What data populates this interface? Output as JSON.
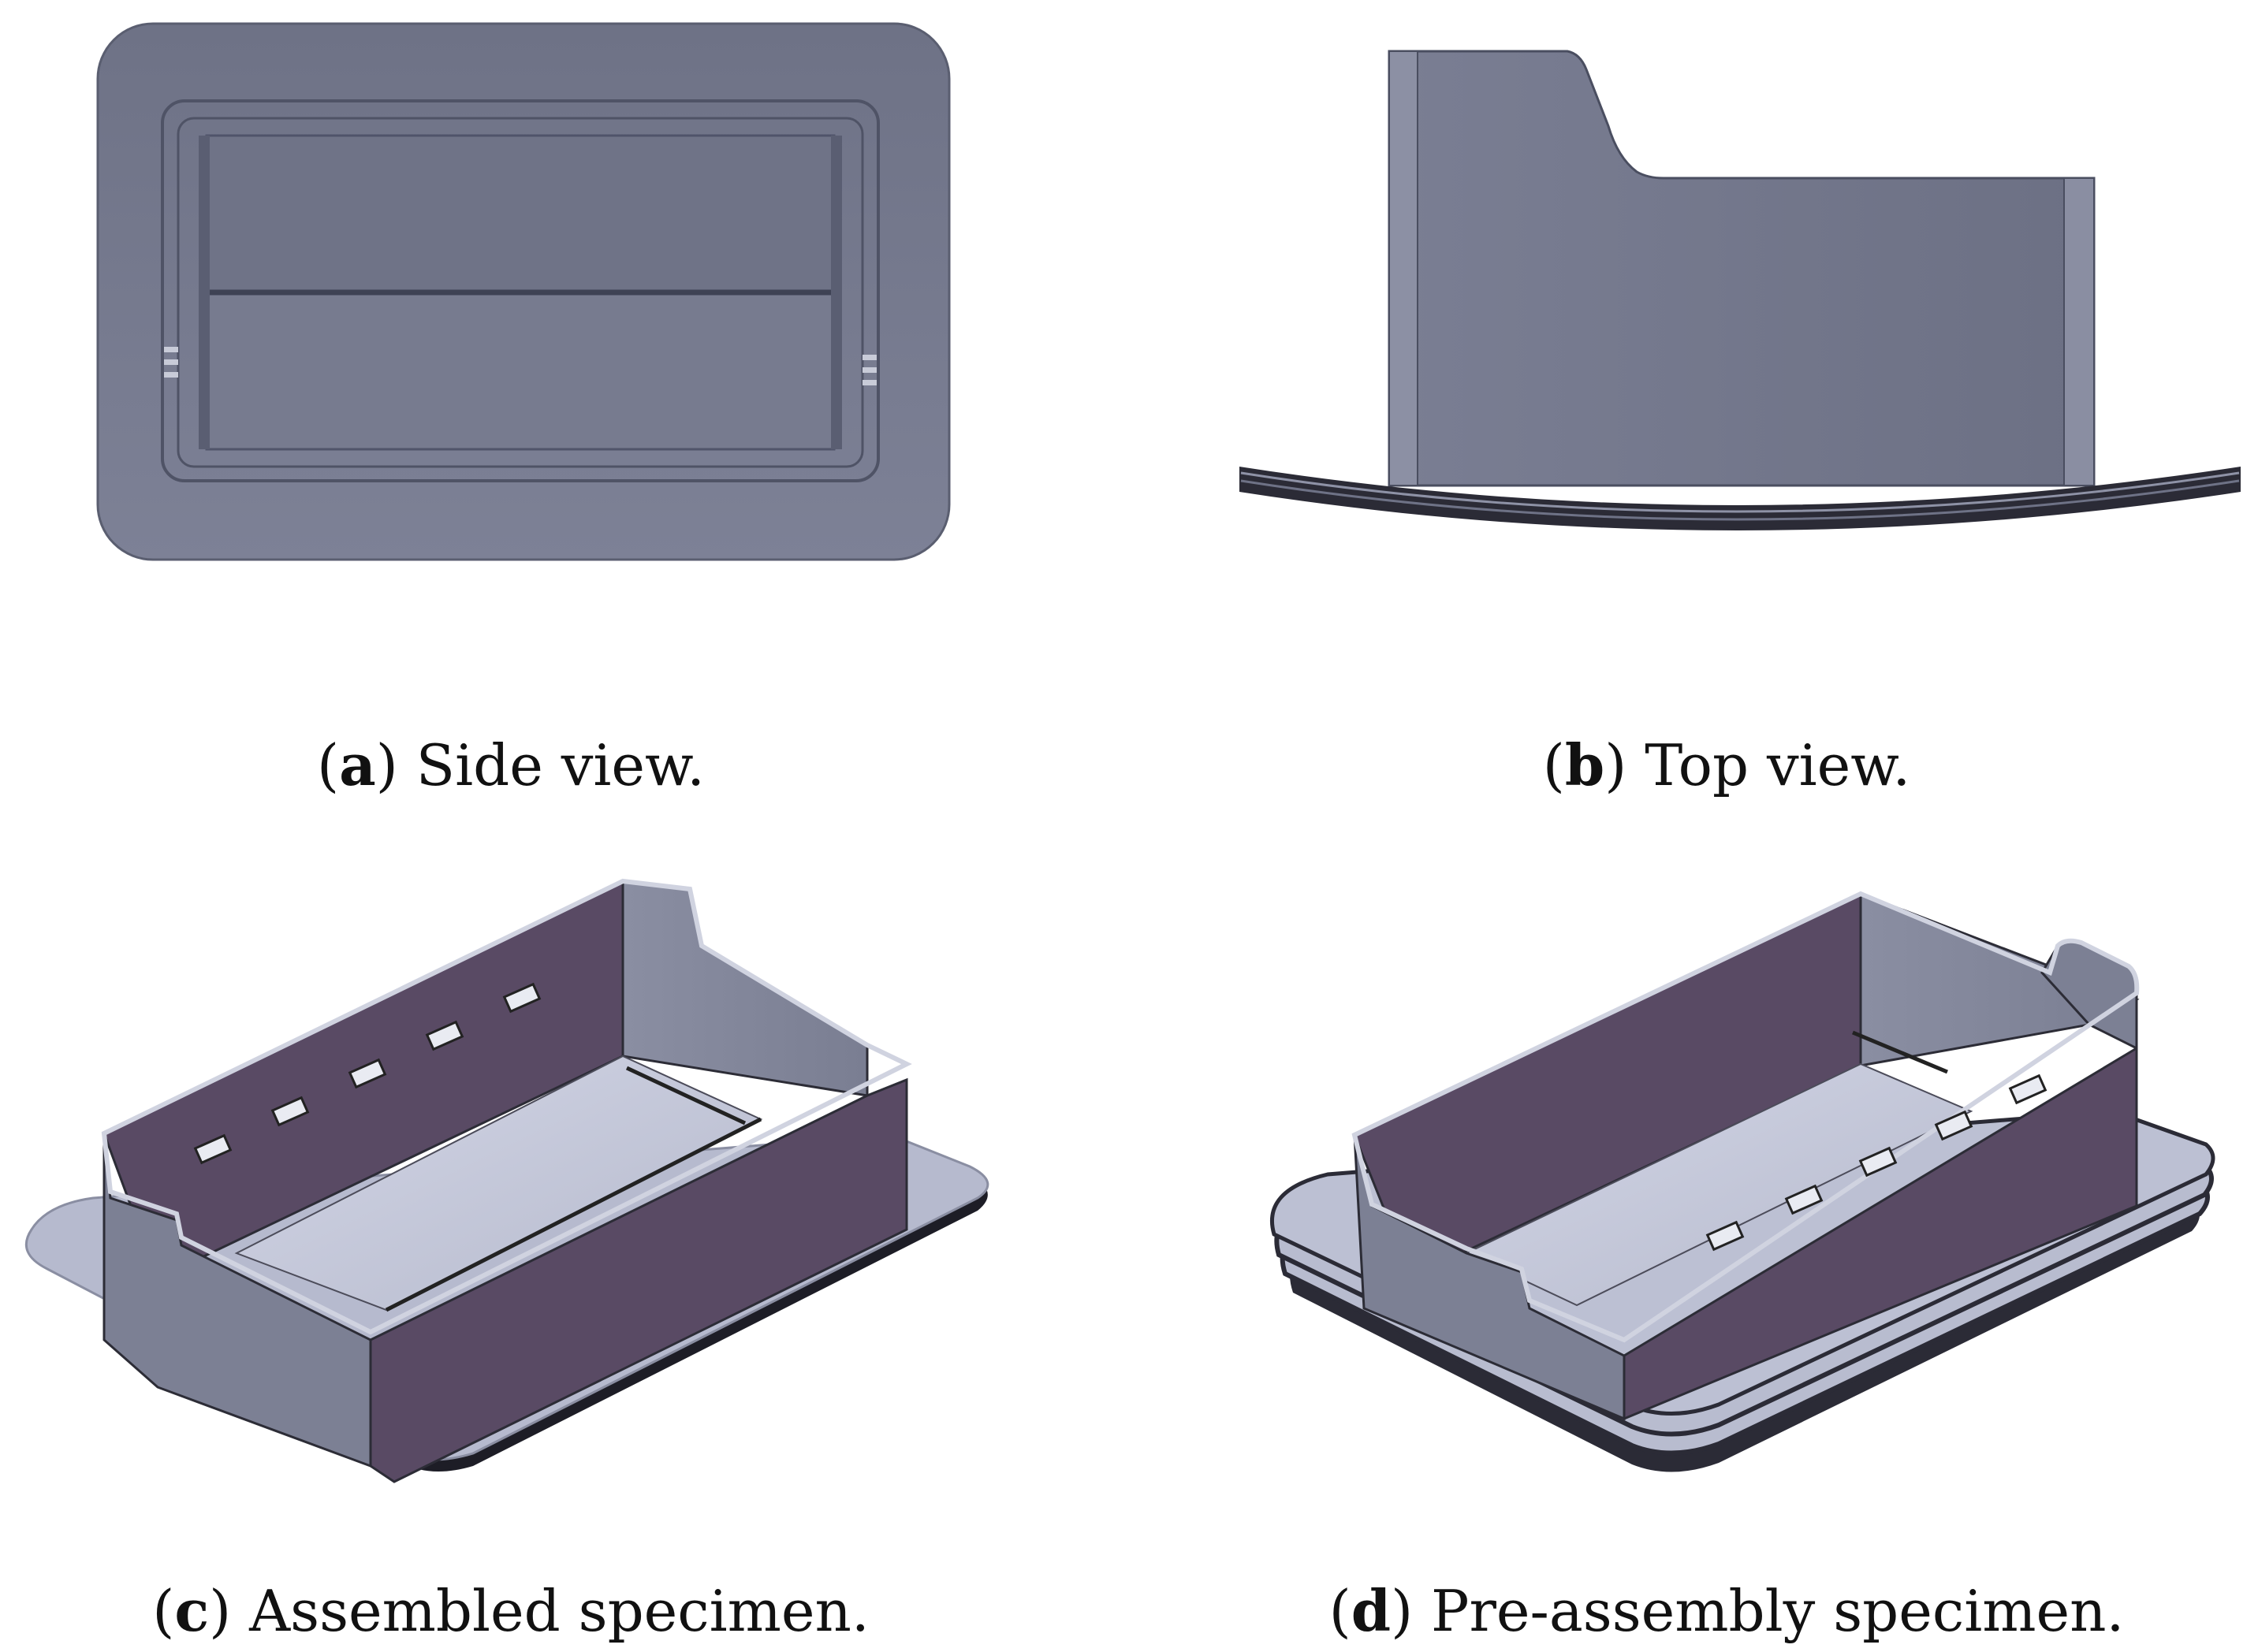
{
  "panels": [
    {
      "id": "a",
      "letter": "a",
      "caption": "Side view."
    },
    {
      "id": "b",
      "letter": "b",
      "caption": "Top view."
    },
    {
      "id": "c",
      "letter": "c",
      "caption": "Assembled specimen."
    },
    {
      "id": "d",
      "letter": "d",
      "caption": "Pre-assembly specimen."
    }
  ],
  "colors": {
    "body_fill": "#767a8e",
    "body_dark": "#5e6275",
    "wall_purple": "#594a64",
    "base_light": "#b8bccf",
    "floor_light": "#c9ccdd",
    "outline": "#1f1f2a",
    "page_background": "#ffffff"
  }
}
